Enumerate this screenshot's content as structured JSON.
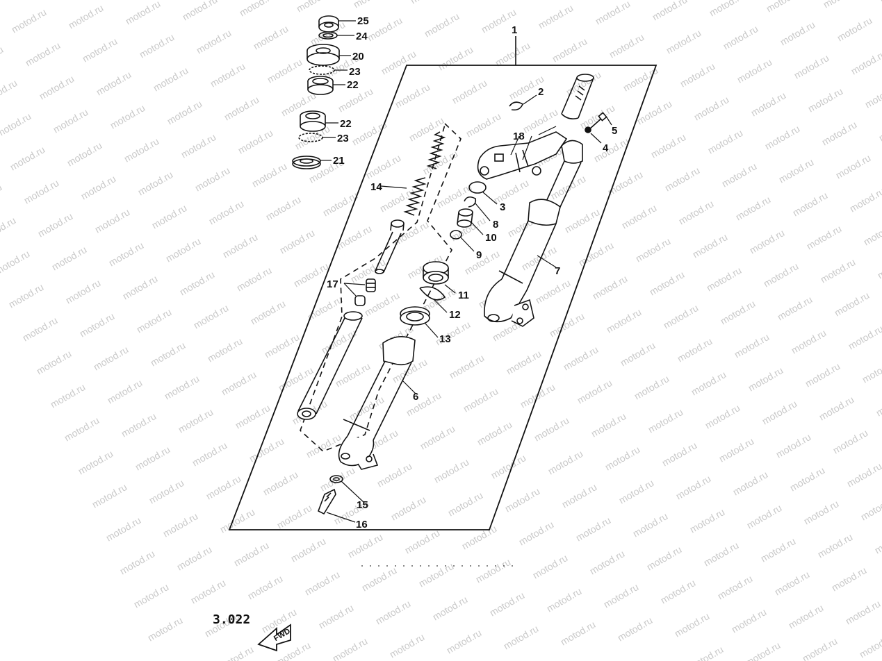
{
  "watermark": {
    "text": "motod.ru"
  },
  "callouts": {
    "c1": "1",
    "c2": "2",
    "c3": "3",
    "c4": "4",
    "c5": "5",
    "c6": "6",
    "c7": "7",
    "c8": "8",
    "c9": "9",
    "c10": "10",
    "c11": "11",
    "c12": "12",
    "c13": "13",
    "c14": "14",
    "c15": "15",
    "c16": "16",
    "c17": "17",
    "c18": "18",
    "c20": "20",
    "c21": "21",
    "c22a": "22",
    "c22b": "22",
    "c23a": "23",
    "c23b": "23",
    "c24": "24",
    "c25": "25"
  },
  "footer": {
    "fwd_label": "FWD",
    "diagram_code": "3.022"
  },
  "colors": {
    "line": "#111111",
    "watermark": "#c9c9c9",
    "fill": "#ffffff"
  }
}
